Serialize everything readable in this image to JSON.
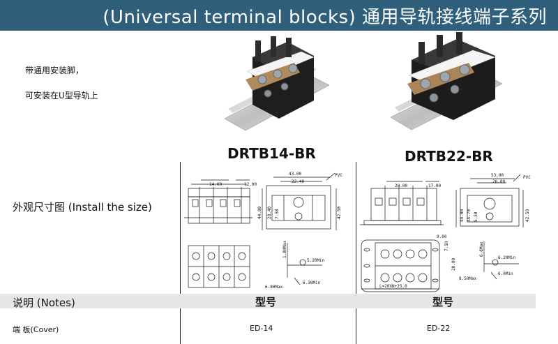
{
  "header": {
    "title": "(Universal terminal blocks) 通用导轨接线端子系列"
  },
  "intro": {
    "line1": "带通用安装脚，",
    "line2": "可安装在U型导轨上"
  },
  "products": [
    {
      "model": "DRTB14-BR",
      "dims": {
        "pitch": "14.00",
        "edge": "12.00",
        "width": "43.00",
        "inner": "22.40",
        "height": "44.00",
        "h2": "28.40",
        "h3": "7.50",
        "total": "42.50",
        "material": "PVC",
        "screw_min": "5.20Min",
        "hole_max": "6.80Max",
        "hole_min": "6.30Min",
        "slot": "1.80Max"
      },
      "cover": "ED-14"
    },
    {
      "model": "DRTB22-BR",
      "dims": {
        "pitch": "20.00",
        "edge": "17.00",
        "width": "53.00",
        "inner": "26.00",
        "height": "44.00",
        "h2": "35.70",
        "h3": "5.50",
        "total": "42.50",
        "material": "PVC",
        "top": "9.00",
        "side": "7.50",
        "mid": "20.00",
        "length": "L=20XN+25.0",
        "screw_min": "6.20Min",
        "hole_max": "8.50Max",
        "hole_min": "6.0Min",
        "slot": "6.8Max"
      },
      "cover": "ED-22"
    }
  ],
  "rows": {
    "size_label": "外观尺寸图 (Install the size)",
    "notes_label": "说明 (Notes)",
    "model_header": "型号",
    "cover_label": "端 板(Cover)"
  }
}
